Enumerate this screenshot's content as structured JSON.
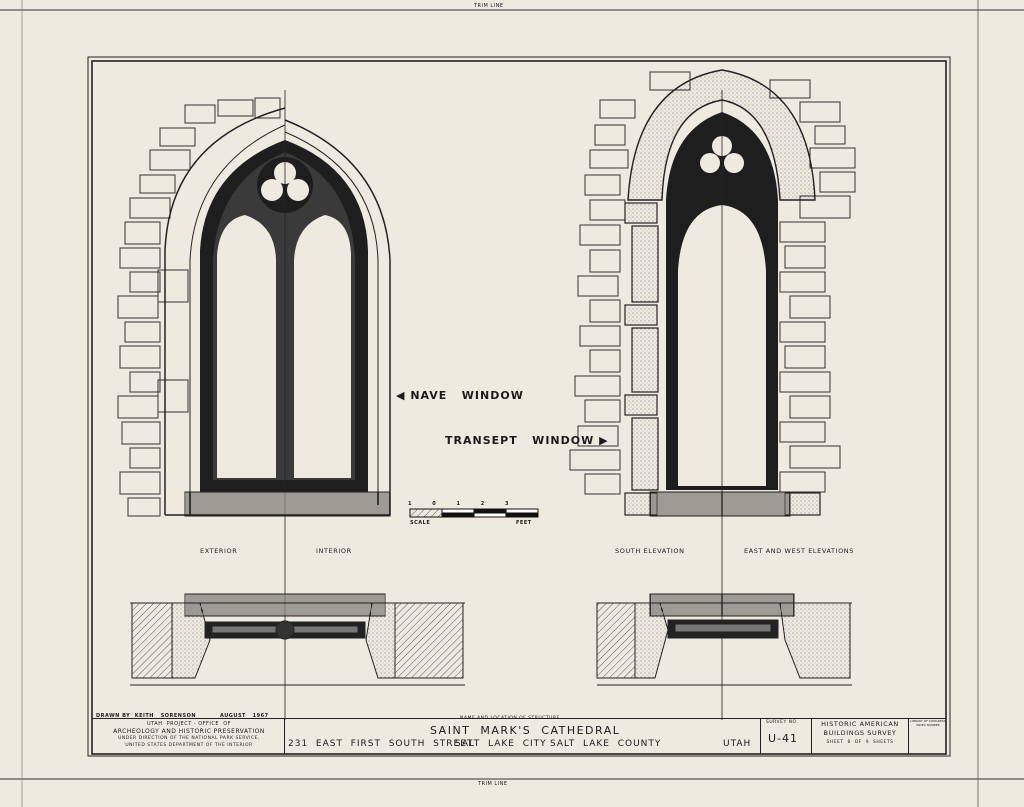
{
  "trim_line_label": "TRIM LINE",
  "labels": {
    "nave_window": "NAVE   WINDOW",
    "transept_window": "TRANSEPT   WINDOW",
    "exterior": "EXTERIOR",
    "interior": "INTERIOR",
    "south_elevation": "SOUTH ELEVATION",
    "east_west_elevations": "EAST AND WEST ELEVATIONS"
  },
  "icons": {
    "nave_arrow": "arrow-left-icon",
    "transept_arrow": "arrow-right-icon"
  },
  "scale_bar": {
    "ticks": [
      "1",
      "0",
      "1",
      "2",
      "3"
    ],
    "left_label": "SCALE",
    "right_label": "FEET"
  },
  "title_block": {
    "drawn_by": "DRAWN BY  KEITH   SORENSON",
    "date": "AUGUST   1967",
    "office_line1": "UTAH  PROJECT - OFFICE  OF",
    "office_line2": "ARCHEOLOGY AND HISTORIC PRESERVATION",
    "office_line3": "UNDER DIRECTION OF THE NATIONAL PARK SERVICE,",
    "office_line4": "UNITED STATES DEPARTMENT OF THE INTERIOR",
    "structure_caption": "NAME AND LOCATION OF STRUCTURE",
    "structure_name": "SAINT  MARK'S  CATHEDRAL",
    "address": "231  EAST  FIRST  SOUTH  STREET",
    "city": "SALT  LAKE  CITY",
    "county": "SALT  LAKE  COUNTY",
    "state": "UTAH",
    "survey_caption": "SURVEY NO.",
    "survey_no": "U-41",
    "habs_line1": "HISTORIC AMERICAN",
    "habs_line2": "BUILDINGS SURVEY",
    "sheet": "SHEET  8  OF  9  SHEETS",
    "library_caption": "LIBRARY OF CONGRESS  INDEX NUMBER"
  }
}
